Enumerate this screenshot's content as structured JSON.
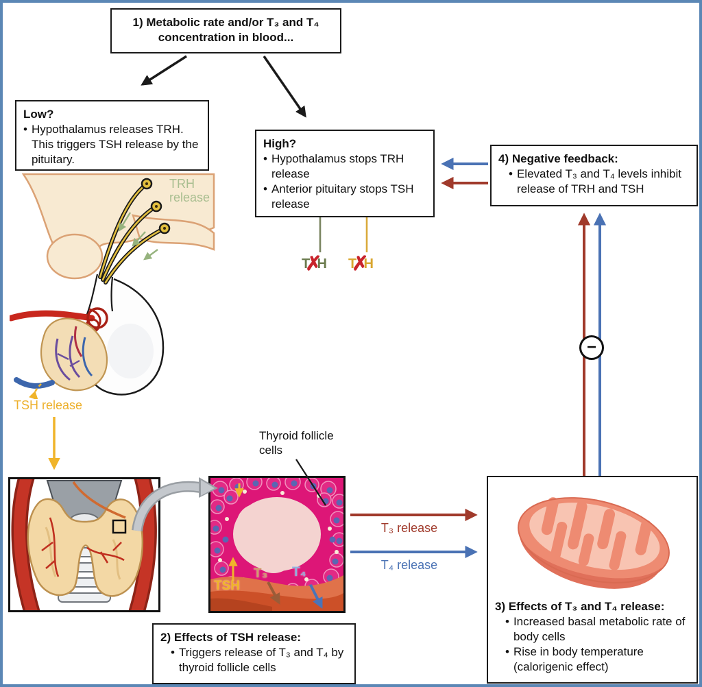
{
  "box1": {
    "line1": "1) Metabolic rate and/or T₃ and T₄",
    "line2": "concentration in blood..."
  },
  "box_low": {
    "title": "Low?",
    "bullets": [
      "Hypothalamus releases TRH. This triggers TSH release by the pituitary."
    ]
  },
  "box_high": {
    "title": "High?",
    "bullets": [
      "Hypothalamus stops TRH release",
      "Anterior pituitary stops TSH release"
    ]
  },
  "box_negative_feedback": {
    "title": "4) Negative feedback:",
    "bullets": [
      "Elevated T₃ and T₄ levels inhibit release of TRH and TSH"
    ]
  },
  "box_tsh_effects": {
    "title": "2) Effects of TSH release:",
    "bullets": [
      "Triggers release of T₃ and T₄ by thyroid follicle cells"
    ]
  },
  "box_t3t4_effects": {
    "title": "3) Effects of T₃ and T₄ release:",
    "bullets": [
      "Increased basal metabolic rate of body cells",
      "Rise in body temperature (calorigenic effect)"
    ]
  },
  "labels": {
    "trh_release_line1": "TRH",
    "trh_release_line2": "release",
    "tsh_release": "TSH release",
    "thyroid_follicle_line1": "Thyroid follicle",
    "thyroid_follicle_line2": "cells",
    "t3_release": "T₃ release",
    "t4_release": "T₄ release",
    "tsh_micro": "TSH",
    "t3_micro": "T₃",
    "t4_micro": "T₄",
    "minus_sign": "−",
    "blocked_trh": {
      "first": "T",
      "x": "✗",
      "last": "H"
    },
    "blocked_tsh": {
      "first": "T",
      "x": "✗",
      "last": "H"
    }
  },
  "colors": {
    "frame_border": "#5b87b5",
    "t3_dark_red": "#a03a2b",
    "t4_blue": "#4a72b4",
    "tsh_yellow": "#f0b42a",
    "trh_pale_green": "#a9be90",
    "trh_blocked_green": "#6b7b4e",
    "tsh_blocked_yellow": "#d9a62f",
    "red_x": "#c8232b",
    "follicle_magenta": "#dd1677",
    "nuclei_blue": "#5a67b2",
    "mitochondria_salmon": "#ee8b72"
  }
}
